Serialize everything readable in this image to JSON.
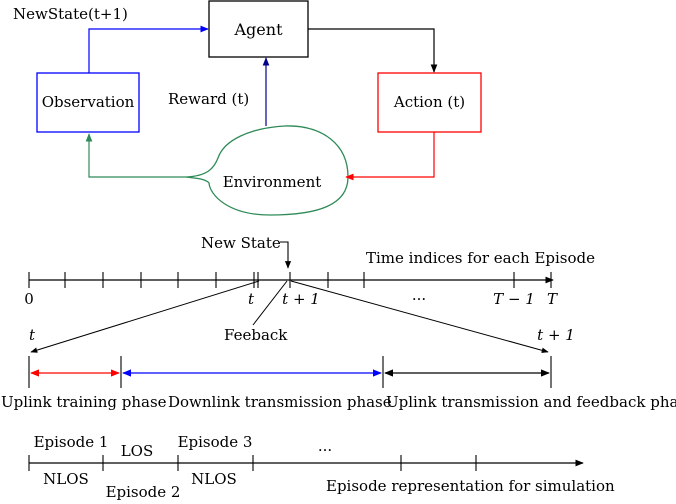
{
  "rl_loop": {
    "agent": "Agent",
    "observation": "Observation",
    "action": "Action (t)",
    "environment": "Environment",
    "reward": "Reward (t)",
    "new_state": "NewState(t+1)",
    "colors": {
      "observation_box": "#0000ff",
      "action_box": "#ff0000",
      "environment_outline": "#2e8b57",
      "observation_arrow": "#0000ff",
      "reward_arrow": "#00008b",
      "action_arrow": "#ff0000",
      "environment_arrow": "#2e8b57",
      "agent_arrow": "#000000"
    }
  },
  "timeline": {
    "new_state_label": "New State",
    "title": "Time indices for each Episode",
    "tick_0": "0",
    "tick_t": "t",
    "tick_t1": "t + 1",
    "ellipsis": "···",
    "tick_T1": "T − 1",
    "tick_T": "T"
  },
  "zoom": {
    "left_label": "t",
    "right_label": "t + 1",
    "feedback_label": "Feeback",
    "phase_uplink_training": "Uplink training phase",
    "phase_downlink": "Downlink transmission phase",
    "phase_uplink_feedback": "Uplink transmission and feedback phase",
    "colors": {
      "uplink_training": "#ff0000",
      "downlink": "#0000ff",
      "uplink_feedback": "#000000"
    }
  },
  "episodes": {
    "episode1": "Episode 1",
    "los": "LOS",
    "episode3": "Episode 3",
    "ellipsis": "···",
    "nlos_1": "NLOS",
    "episode2": "Episode 2",
    "nlos_3": "NLOS",
    "caption": "Episode representation for simulation"
  }
}
